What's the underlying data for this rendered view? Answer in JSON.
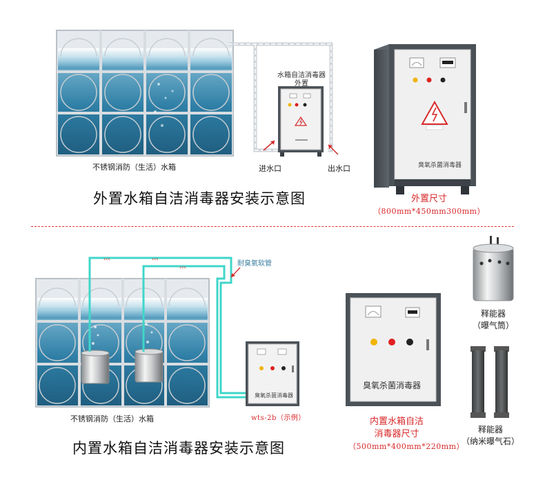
{
  "colors": {
    "accent_red": "#d7282a",
    "divider": "#e23030",
    "pipe_gray": "#d0d4d8",
    "hose_cyan": "#3fd6c9",
    "tank_water": "#2f7fa6",
    "cabinet_white": "#f1f1f1",
    "cabinet_dark": "#4b5258"
  },
  "top": {
    "tank_label": "不锈钢消防（生活）水箱",
    "device_label_line1": "水箱自洁消毒器",
    "device_label_line2": "外置",
    "inlet_label": "进水口",
    "outlet_label": "出水口",
    "title": "外置水箱自洁消毒器安装示意图",
    "cabinet_name": "臭氧杀菌消毒器",
    "size_title": "外置尺寸",
    "size_dims": "（800mm*450mm300mm）"
  },
  "bottom": {
    "hose_label": "耐臭氧软管",
    "tank_label": "不锈钢消防（生活）水箱",
    "small_cabinet_name": "臭氧杀菌消毒器",
    "model_label": "wts-2b（示例）",
    "title": "内置水箱自洁消毒器安装示意图",
    "cabinet_name": "臭氧杀菌消毒器",
    "size_title_line1": "内置水箱自洁",
    "size_title_line2": "消毒器尺寸",
    "size_dims": "（500mm*400mm*220mm）",
    "releaser_label_line1": "释能器",
    "releaser_label_line2": "（曝气筒）",
    "stone_label_line1": "释能器",
    "stone_label_line2": "（纳米曝气石）"
  },
  "icons": [
    "water-tank",
    "pipe",
    "ozone-cabinet",
    "high-voltage-warning-icon",
    "meter",
    "indicator-light",
    "key-switch",
    "aeration-cylinder",
    "aeration-stone",
    "flow-arrow"
  ]
}
